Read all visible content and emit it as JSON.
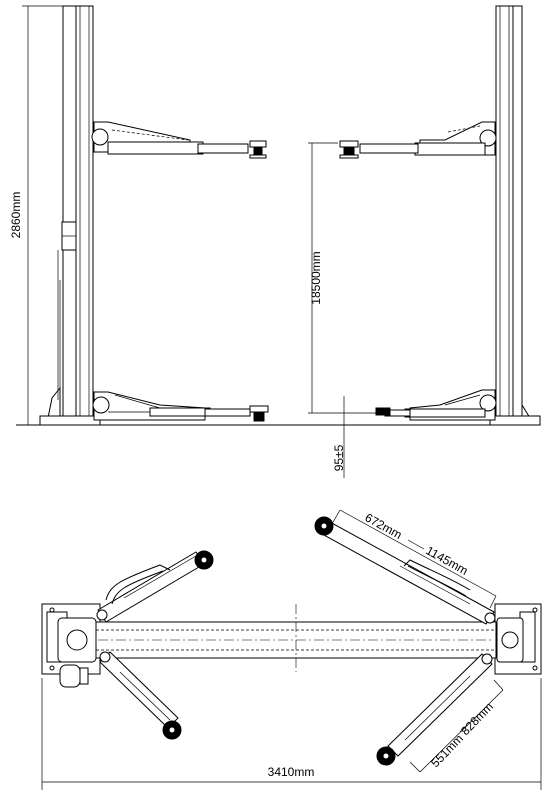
{
  "dimensions": {
    "overall_height": "2860mm",
    "lift_height": "18500mm",
    "min_pad_height": "95±5",
    "short_arm_min": "672mm",
    "short_arm_max": "1145mm",
    "long_arm_min": "551mm",
    "long_arm_max": "828mm",
    "overall_width": "3410mm"
  }
}
